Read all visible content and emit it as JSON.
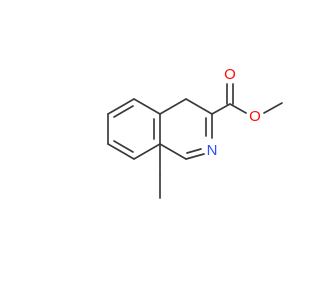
{
  "molecule": {
    "atoms": {
      "oxygen_carbonyl": {
        "label": "O",
        "color": "#ff0d0d"
      },
      "oxygen_ester": {
        "label": "O",
        "color": "#ff0d0d"
      },
      "nitrogen": {
        "label": "N",
        "color": "#3050f8"
      }
    },
    "bond_color": "#3a3a3a"
  }
}
